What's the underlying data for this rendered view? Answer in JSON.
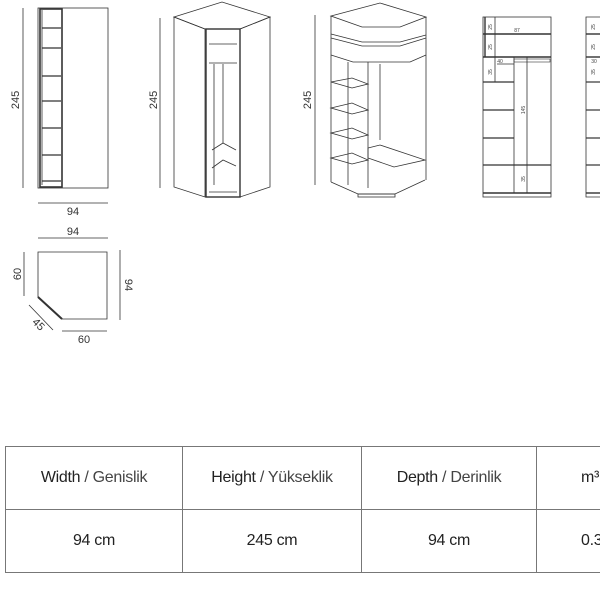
{
  "drawings": {
    "front_view": {
      "height_label": "245",
      "width_label": "94"
    },
    "perspective_closed": {
      "height_label": "245"
    },
    "perspective_open": {
      "height_label": "245"
    },
    "section_a": {
      "labels": [
        "25",
        "87",
        "25",
        "40",
        "35",
        "145",
        "35"
      ]
    },
    "section_b": {
      "labels": [
        "25",
        "25",
        "30",
        "35"
      ]
    },
    "plan_view": {
      "top": "94",
      "left": "60",
      "right": "94",
      "bottom": "60",
      "diagonal": "45"
    }
  },
  "spec_table": {
    "headers": [
      {
        "en": "Width",
        "sep": " / ",
        "tr": "Genislik"
      },
      {
        "en": "Height",
        "sep": " / ",
        "tr": "Yükseklik"
      },
      {
        "en": "Depth",
        "sep": " / ",
        "tr": "Derinlik"
      },
      {
        "en": "m³",
        "sep": "",
        "tr": ""
      }
    ],
    "values": [
      "94 cm",
      "245 cm",
      "94 cm",
      "0.3"
    ]
  }
}
